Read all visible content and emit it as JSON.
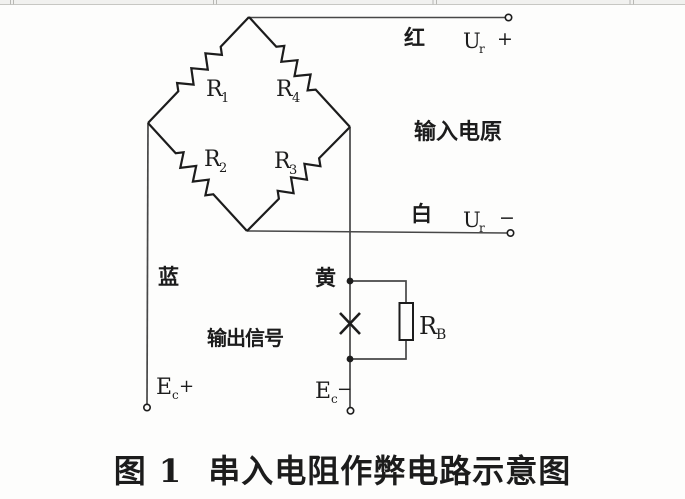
{
  "colors": {
    "ink": "#1c1c1c",
    "wire": "#474747",
    "paper": "#fdfdfc",
    "strip_fill": "#f1f1ef",
    "strip_line": "#c7c7c3",
    "strip_tick": "#b8b8b4"
  },
  "figure": {
    "caption": {
      "prefix": "图 1",
      "title": "串入电阻作弊电路示意图"
    },
    "annotations": {
      "input_power": "输入电原",
      "output_signal": "输出信号"
    },
    "wires": {
      "red": "红",
      "white": "白",
      "blue": "蓝",
      "yellow": "黄"
    },
    "resistors": {
      "r1": {
        "base": "R",
        "sub": "1"
      },
      "r2": {
        "base": "R",
        "sub": "2"
      },
      "r3": {
        "base": "R",
        "sub": "3"
      },
      "r4": {
        "base": "R",
        "sub": "4"
      },
      "rb": {
        "base": "R",
        "sub": "B"
      }
    },
    "terminals": {
      "ur_plus": {
        "base": "U",
        "sub": "r",
        "sign": "+"
      },
      "ur_minus": {
        "base": "U",
        "sub": "r",
        "sign": "−"
      },
      "ec_plus": {
        "base": "E",
        "sub": "c",
        "sign": "+"
      },
      "ec_minus": {
        "base": "E",
        "sub": "c",
        "sign": "−"
      }
    }
  }
}
